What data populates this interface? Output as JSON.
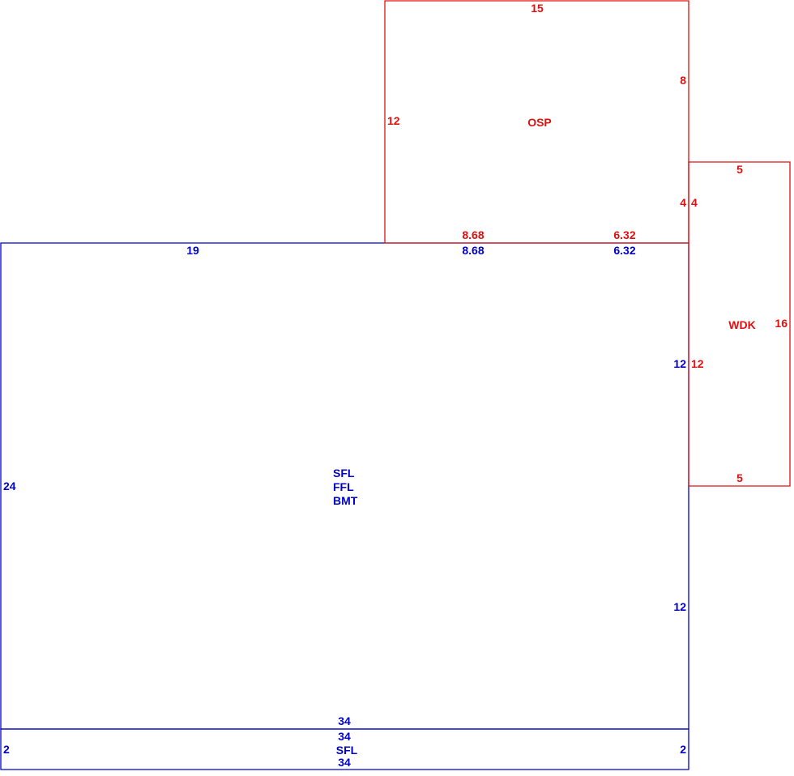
{
  "colors": {
    "main_structure": "#0000c8",
    "additions": "#e01010",
    "background": "#ffffff"
  },
  "main_area": {
    "labels": [
      "SFL",
      "FFL",
      "BMT"
    ],
    "top_left": "19",
    "top_middle": "8.68",
    "top_right": "6.32",
    "left": "24",
    "right_upper": "12",
    "right_lower": "12",
    "bottom": "34"
  },
  "strip_area": {
    "label": "SFL",
    "top": "34",
    "bottom": "34",
    "left": "2",
    "right": "2"
  },
  "osp": {
    "label": "OSP",
    "top": "15",
    "left": "12",
    "right_upper": "8",
    "right_lower": "4",
    "bottom_left": "8.68",
    "bottom_right": "6.32"
  },
  "wdk": {
    "label": "WDK",
    "top": "5",
    "bottom": "5",
    "left_upper": "4",
    "left_lower": "12",
    "right": "16"
  }
}
